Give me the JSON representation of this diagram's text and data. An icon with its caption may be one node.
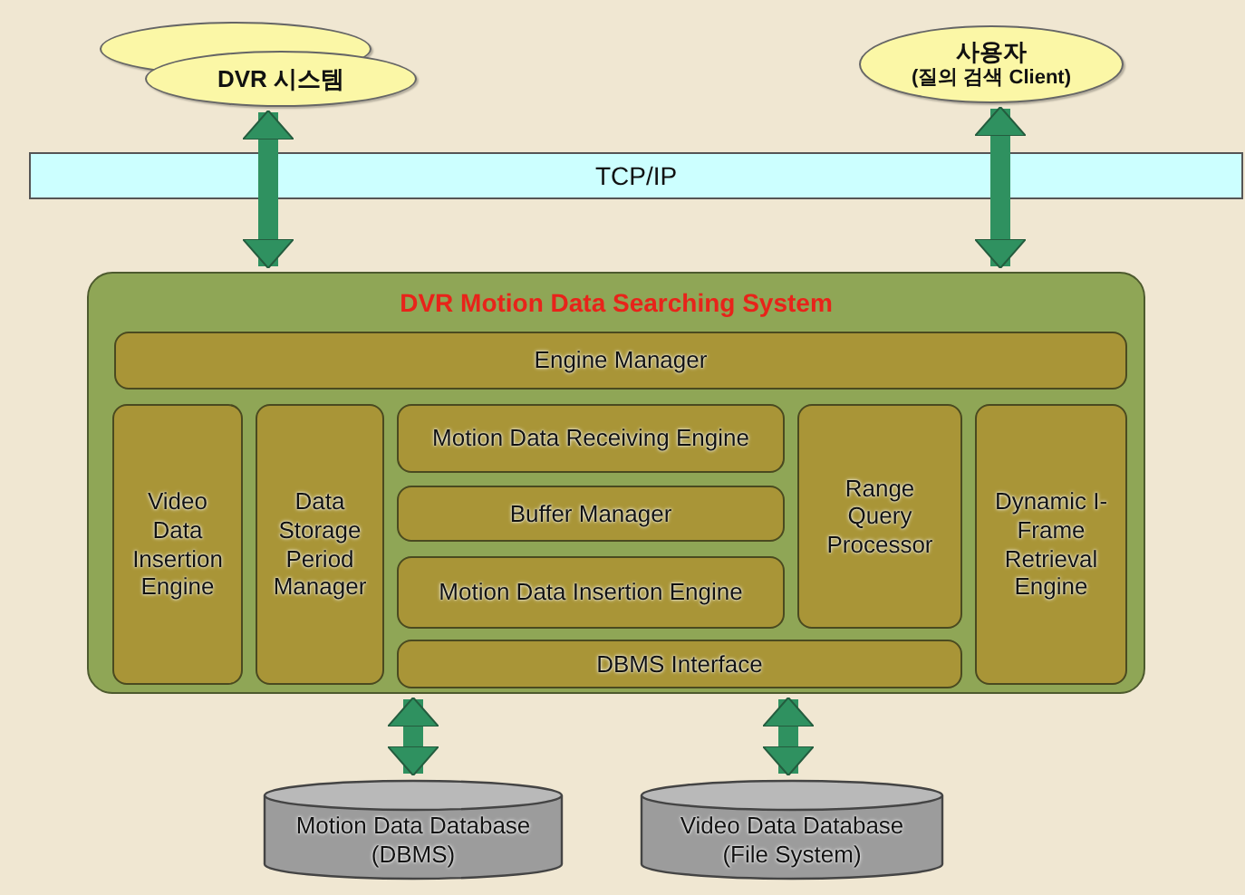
{
  "diagram": {
    "nodes": [
      {
        "text": [],
        "shape": "ellipse"
      },
      {
        "text": [
          "DVR 시스템"
        ]
      },
      {
        "text": [
          "사용자",
          "(질의 검색 Client)"
        ]
      },
      {
        "text": [
          "TCP/IP"
        ]
      },
      {
        "text": [
          "DVR Motion Data Searching System"
        ]
      },
      {
        "text": [
          "Engine Manager"
        ],
        "in": 4
      },
      {
        "text": [
          "Video Data Insertion Engine"
        ],
        "in": 4
      },
      {
        "text": [
          "Data Storage Period Manager"
        ],
        "in": 4
      },
      {
        "text": [
          "Motion Data Receiving Engine"
        ],
        "in": 4
      },
      {
        "text": [
          "Buffer Manager"
        ],
        "in": 4
      },
      {
        "text": [
          "Motion Data Insertion Engine"
        ],
        "in": 4
      },
      {
        "text": [
          "Range Query Processor"
        ],
        "in": 4
      },
      {
        "text": [
          "Dynamic I-Frame Retrieval Engine"
        ],
        "in": 4
      },
      {
        "text": [
          "DBMS Interface"
        ],
        "in": 4
      },
      {
        "text": [
          "Motion Data Database (DBMS)"
        ]
      },
      {
        "text": [
          "Video Data Database (File System)"
        ]
      }
    ],
    "edges": [
      {
        "from": 3,
        "to": 1,
        "arrow": "to"
      },
      {
        "from": 3,
        "to": 4,
        "arrow": "to"
      },
      {
        "from": 3,
        "to": 2,
        "arrow": "to"
      },
      {
        "from": 3,
        "to": 4,
        "arrow": "to"
      },
      {
        "from": 4,
        "to": 14,
        "arrow": "both"
      },
      {
        "from": 4,
        "to": 15,
        "arrow": "both"
      }
    ]
  }
}
